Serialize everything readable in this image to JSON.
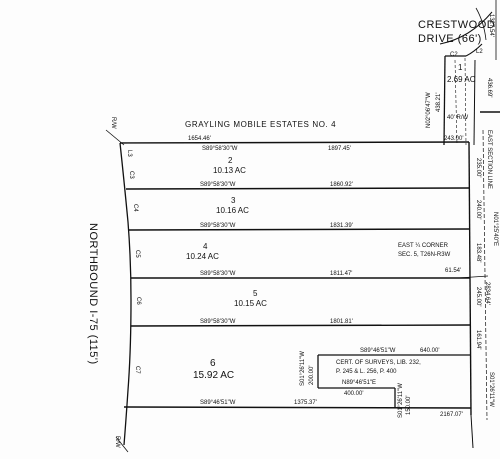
{
  "road": {
    "name_line1": "CRESTWOOD",
    "name_line2": "DRIVE (66')"
  },
  "highway": {
    "name": "NORTHBOUND I-75 (115')"
  },
  "subdivision_label": "GRAYLING MOBILE ESTATES NO. 4",
  "rw_marks": [
    "R/W",
    "R/W"
  ],
  "lot1": {
    "number": "1",
    "area": "2.69 AC",
    "curve_label": "C2",
    "curve_label2": "L2",
    "bearing_w": "N02°06'47\"W",
    "dist_w": "438.21'",
    "dist_e": "436.69'",
    "easement": "40' R/W",
    "top_dim": "1327.54'"
  },
  "top_line": {
    "left": "1654.46'",
    "right": "1897.45'",
    "bearing": "S89°58'30\"W",
    "east_seg": "243.00'"
  },
  "lots": [
    {
      "number": "2",
      "area": "10.13 AC",
      "bearing": "S89°58'30\"W",
      "dist": "1860.92'",
      "curve": "C3"
    },
    {
      "number": "3",
      "area": "10.16 AC",
      "bearing": "S89°58'30\"W",
      "dist": "1831.39'",
      "curve": "C4"
    },
    {
      "number": "4",
      "area": "10.24 AC",
      "bearing": "S89°58'30\"W",
      "dist": "1811.47'",
      "curve": "C5"
    },
    {
      "number": "5",
      "area": "10.15 AC",
      "bearing": "S89°58'30\"W",
      "dist": "1801.81'",
      "curve": "C6"
    },
    {
      "number": "6",
      "area": "15.92 AC",
      "bearing": "S89°46'51\"W",
      "dist": "1375.37'",
      "curve": "C7"
    }
  ],
  "l3_label": "L3",
  "east_line": {
    "section_line": "EAST SECTION LINE",
    "dims": [
      "235.00'",
      "240.00'",
      "183.48'",
      "61.54'",
      "245.00'",
      "161.94'"
    ],
    "bearing": "N01°25'40\"E",
    "long_dim": "2834.64'",
    "south_bearing": "S01°26'11\"W",
    "south_dim": "2167.07'"
  },
  "corner": {
    "line1": "EAST ¼ CORNER",
    "line2": "SEC. 5, T26N-R3W"
  },
  "cert": {
    "line1": "CERT. OF SURVEYS, LIB. 232,",
    "line2": "P. 245 & L. 256, P. 400",
    "top_bearing": "S89°46'51\"W",
    "top_dist": "640.00'",
    "mid_bearing": "N89°46'51\"E",
    "mid_dist": "400.00'",
    "west_bearing": "S01°26'11\"W",
    "west_dist": "200.00'",
    "south_bearing": "S01°26'11\"W",
    "south_dist": "150.00'"
  }
}
